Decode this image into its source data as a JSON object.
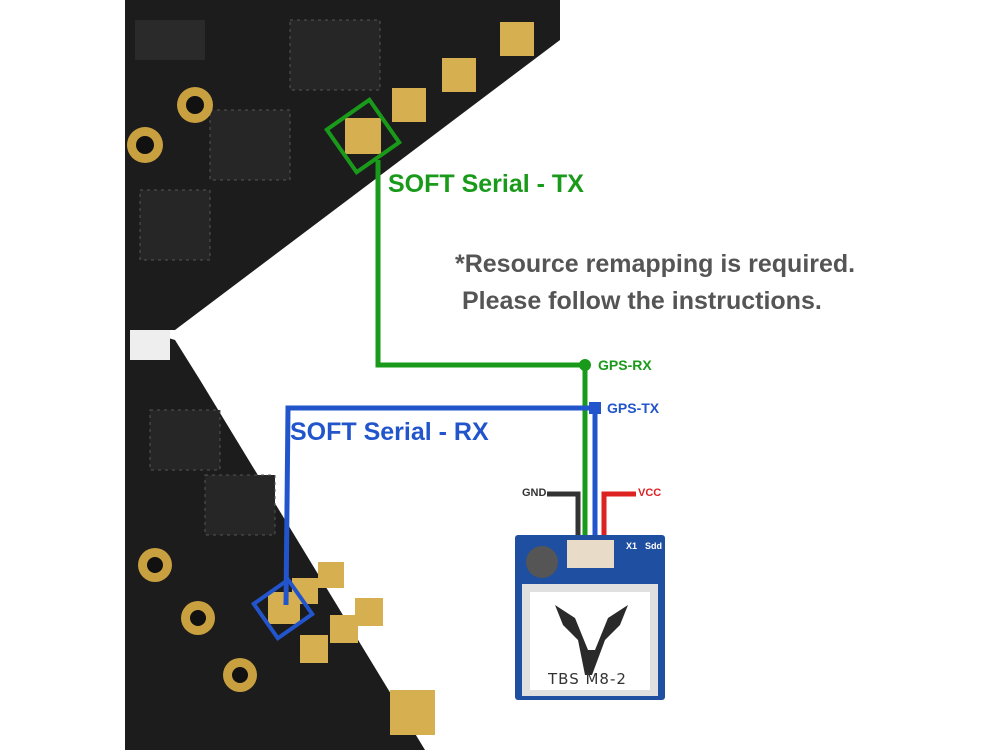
{
  "labels": {
    "soft_tx": "SOFT Serial - TX",
    "soft_rx": "SOFT Serial - RX",
    "note_line1": "*Resource remapping is required.",
    "note_line2": "Please follow the instructions.",
    "gps_rx": "GPS-RX",
    "gps_tx": "GPS-TX",
    "gnd": "GND",
    "vcc": "VCC",
    "module_name": "TBS M8-2",
    "module_x1": "X1",
    "module_pps": "Sdd"
  },
  "colors": {
    "tx_wire": "#1a9a1a",
    "rx_wire": "#2255cc",
    "gnd_wire": "#333333",
    "vcc_wire": "#dd2222",
    "pcb": "#1a1a1a",
    "module": "#1f4fa0"
  }
}
